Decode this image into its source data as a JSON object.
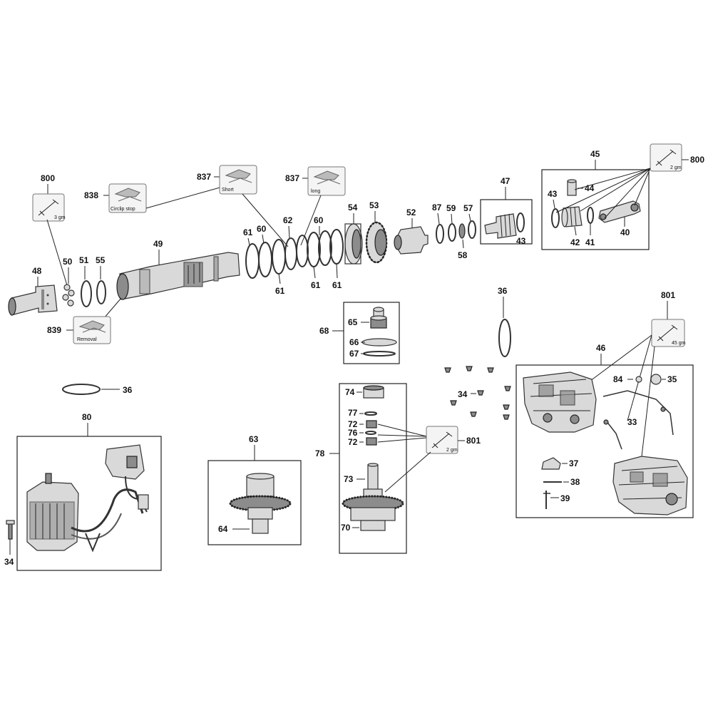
{
  "callouts": {
    "c800a": "800",
    "c800b": "800",
    "c801a": "801",
    "c801b": "801",
    "c837a": "837",
    "c837b": "837",
    "c838": "838",
    "c839": "839",
    "c48": "48",
    "c49": "49",
    "c50": "50",
    "c51": "51",
    "c55": "55",
    "c61a": "61",
    "c61b": "61",
    "c61c": "61",
    "c61d": "61",
    "c60a": "60",
    "c60b": "60",
    "c62": "62",
    "c54": "54",
    "c53": "53",
    "c52": "52",
    "c87": "87",
    "c59": "59",
    "c57": "57",
    "c58": "58",
    "c47": "47",
    "c43a": "43",
    "c43b": "43",
    "c45": "45",
    "c44": "44",
    "c42": "42",
    "c41": "41",
    "c40": "40",
    "c36a": "36",
    "c36b": "36",
    "c68": "68",
    "c65": "65",
    "c66": "66",
    "c67": "67",
    "c46": "46",
    "c84": "84",
    "c35": "35",
    "c34a": "34",
    "c34b": "34",
    "c33": "33",
    "c37": "37",
    "c38": "38",
    "c39": "39",
    "c80": "80",
    "c63": "63",
    "c64": "64",
    "c78": "78",
    "c74": "74",
    "c77": "77",
    "c72a": "72",
    "c72b": "72",
    "c76": "76",
    "c73": "73",
    "c70": "70"
  },
  "tool_captions": {
    "short": "Short",
    "long": "long",
    "circlip_stop": "Circlip stop",
    "removal": "Removal",
    "grease_3": "3 gm",
    "grease_2a": "2 gm",
    "grease_2b": "2 gm",
    "grease_45": "45 gm"
  },
  "icons": {
    "grease_gun": "grease-gun-icon",
    "circlip_pliers": "circlip-pliers-icon"
  }
}
